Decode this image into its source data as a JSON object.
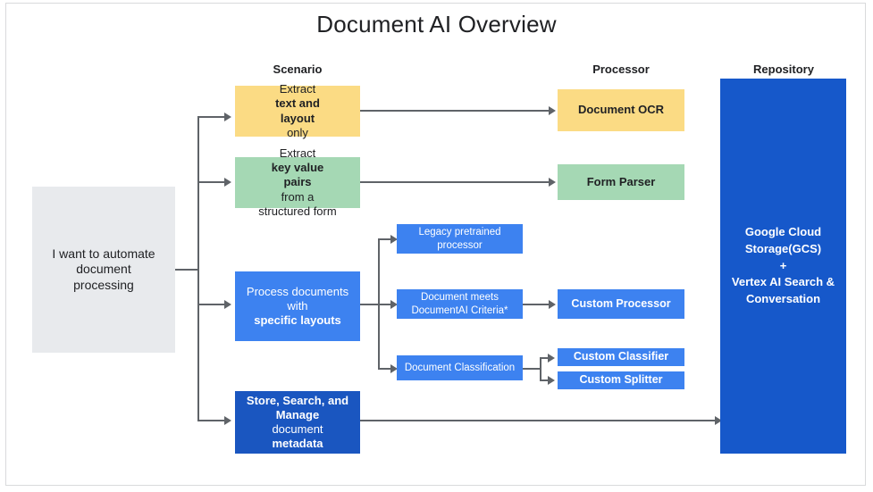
{
  "title": "Document AI Overview",
  "columns": [
    {
      "id": "scenario",
      "label": "Scenario"
    },
    {
      "id": "processor",
      "label": "Processor"
    },
    {
      "id": "repository",
      "label": "Repository"
    }
  ],
  "input": {
    "id": "user-goal",
    "line1": "I want to automate",
    "line2": "document",
    "line3": "processing",
    "color": "#e8eaed"
  },
  "scenarios": [
    {
      "id": "extract-text-layout",
      "line1_prefix": "Extract ",
      "line1_bold": "text and",
      "line2_bold": "layout ",
      "line2_suffix": "only",
      "color": "#fbdb84"
    },
    {
      "id": "extract-key-value-pairs",
      "line1_prefix": "Extract ",
      "line1_bold": "key value",
      "line2_bold": "pairs ",
      "line2_suffix": "from a",
      "line3": "structured form",
      "color": "#a5d8b4"
    },
    {
      "id": "process-specific-layouts",
      "line1": "Process documents",
      "line2_prefix": "with ",
      "line2_bold": "specific layouts",
      "color": "#3d82f0"
    },
    {
      "id": "store-search-manage",
      "line1_bold": "Store, Search, and",
      "line2_bold": "Manage ",
      "line2_suffix": "document",
      "line3_bold": "metadata",
      "color": "#1a56c0"
    }
  ],
  "middle": [
    {
      "id": "legacy-pretrained-processor",
      "line1": "Legacy pretrained",
      "line2": "processor",
      "color": "#3d82f0"
    },
    {
      "id": "document-meets-criteria",
      "line1": "Document meets",
      "line2": "DocumentAI Criteria*",
      "color": "#3d82f0"
    },
    {
      "id": "document-classification",
      "line1": "Document Classification",
      "color": "#3d82f0"
    }
  ],
  "processors": [
    {
      "id": "document-ocr",
      "label": "Document OCR",
      "color": "#fbdb84"
    },
    {
      "id": "form-parser",
      "label": "Form Parser",
      "color": "#a5d8b4"
    },
    {
      "id": "custom-processor",
      "label": "Custom Processor",
      "color": "#3d82f0"
    },
    {
      "id": "custom-classifier",
      "label": "Custom Classifier",
      "color": "#3d82f0"
    },
    {
      "id": "custom-splitter",
      "label": "Custom Splitter",
      "color": "#3d82f0"
    }
  ],
  "repository": {
    "id": "repository-box",
    "line1": "Google Cloud",
    "line2": "Storage(GCS)",
    "line3": "+",
    "line4": "Vertex AI Search &",
    "line5": "Conversation",
    "color": "#1658ca"
  },
  "connector_color": "#5f6368"
}
